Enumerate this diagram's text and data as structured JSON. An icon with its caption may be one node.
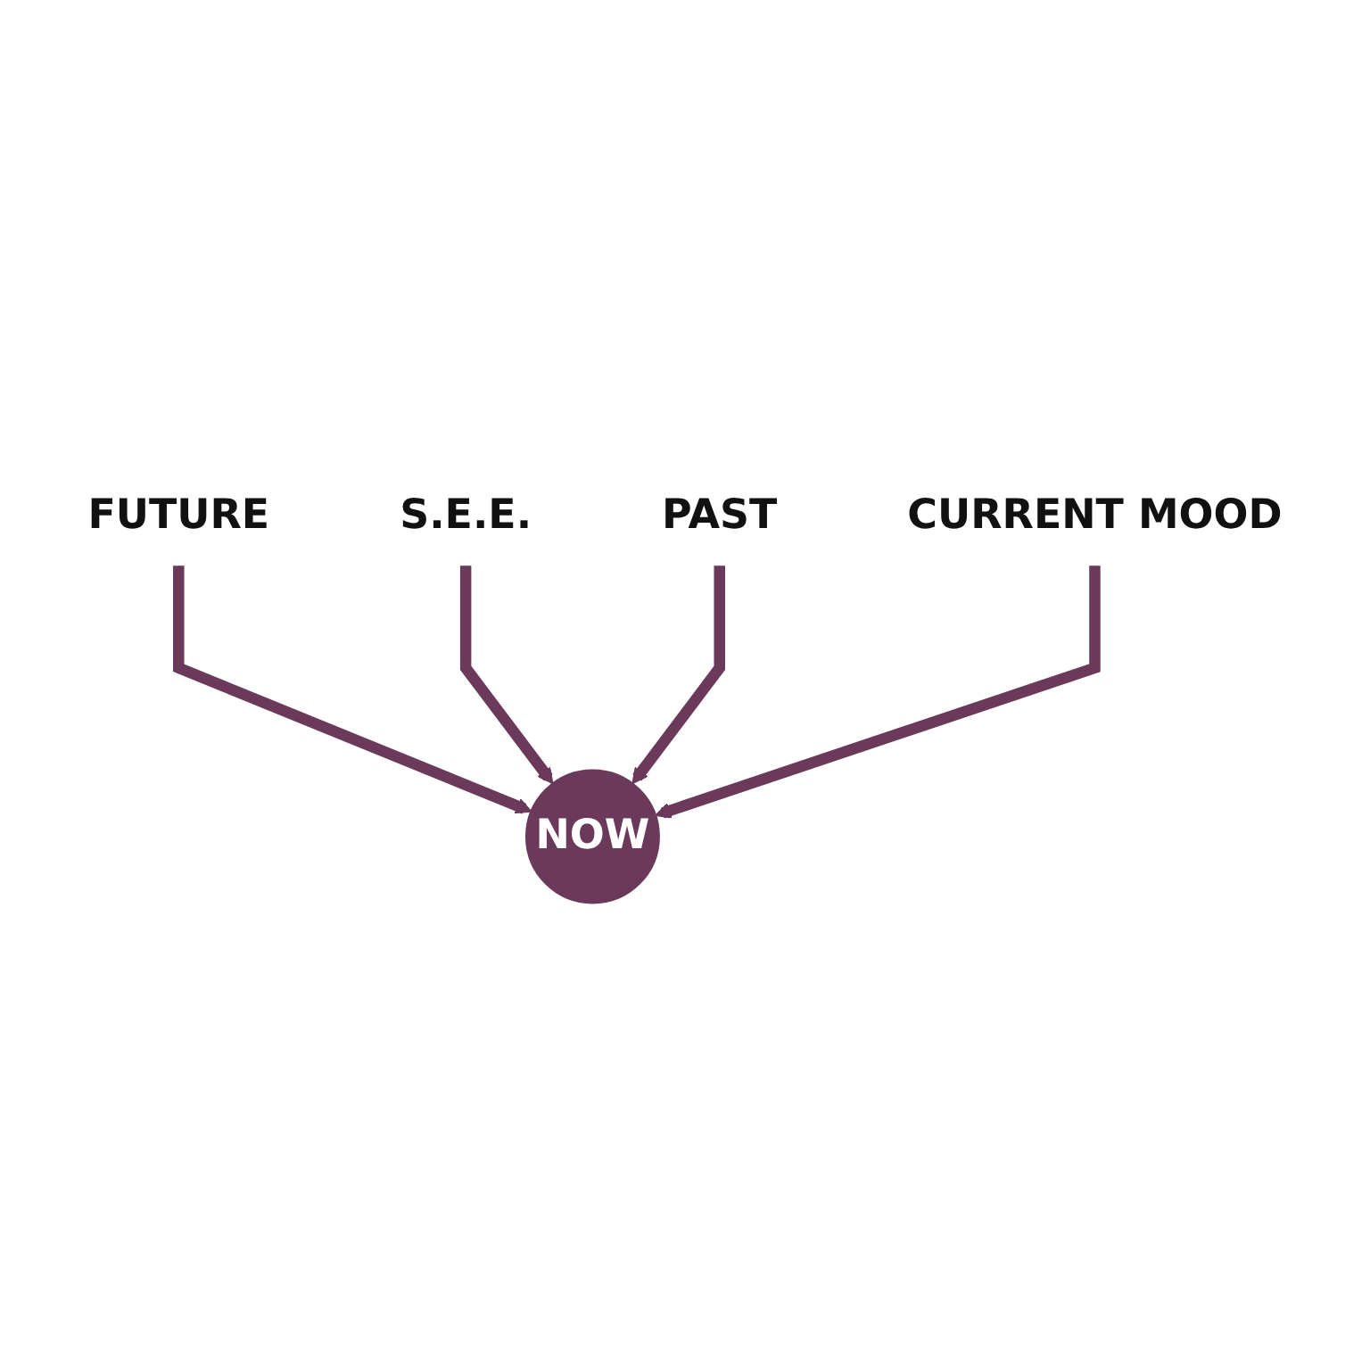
{
  "diagram": {
    "nodes": [
      {
        "text": [
          "FUTURE"
        ]
      },
      {
        "text": [
          "S.E.E."
        ]
      },
      {
        "text": [
          "NOW"
        ]
      },
      {
        "text": [
          "PAST"
        ]
      },
      {
        "text": [
          "CURRENT MOOD"
        ]
      }
    ],
    "edges": [
      {
        "from": 0,
        "to": 2,
        "arrow": "to"
      },
      {
        "from": 1,
        "to": 2,
        "arrow": "to"
      },
      {
        "from": 3,
        "to": 2,
        "arrow": "to"
      },
      {
        "from": 4,
        "to": 2,
        "arrow": "to"
      }
    ]
  }
}
